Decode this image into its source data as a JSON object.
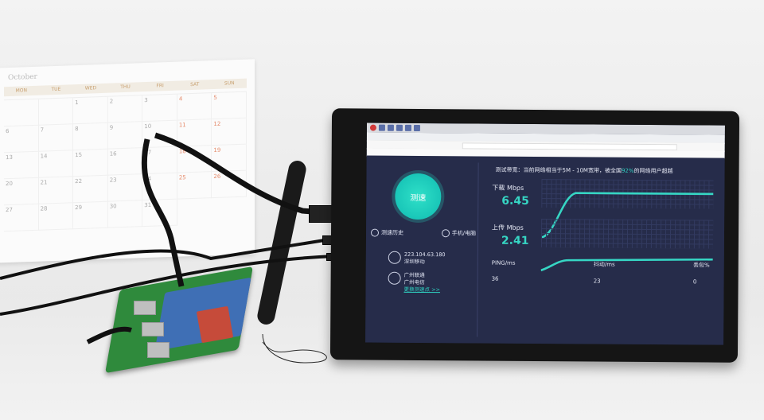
{
  "calendar": {
    "month": "October",
    "days": [
      "MON",
      "TUE",
      "WED",
      "THU",
      "FRI",
      "SAT",
      "SUN"
    ],
    "dates": [
      "",
      "",
      "1",
      "2",
      "3",
      "4",
      "5",
      "6",
      "7",
      "8",
      "9",
      "10",
      "11",
      "12",
      "13",
      "14",
      "15",
      "16",
      "17",
      "18",
      "19",
      "20",
      "21",
      "22",
      "23",
      "24",
      "25",
      "26",
      "27",
      "28",
      "29",
      "30",
      "31"
    ]
  },
  "app": {
    "speed_button": "测速",
    "left_actions": [
      "测速历史",
      "手机/电脑"
    ],
    "ip": "223.104.63.180",
    "location": "深圳移动",
    "isp_line1": "广州联通",
    "isp_line2": "广州电信",
    "more_link": "更换测速点 >>",
    "banner_prefix": "测试带宽：当前网络相当于5M - 10M宽带，被全国",
    "banner_highlight": "92%",
    "banner_suffix": "的网络用户超越",
    "download_label": "下载 Mbps",
    "download_value": "6.45",
    "upload_label": "上传 Mbps",
    "upload_value": "2.41",
    "ping_label": "PING/ms",
    "ping_value": "36",
    "jitter_label": "抖动/ms",
    "jitter_value": "23",
    "loss_label": "丢包%",
    "loss_value": "0"
  },
  "colors": {
    "accent": "#2fd0c0",
    "screen_bg": "#262c4a",
    "pcb": "#2f8a3c",
    "hat": "#3f6fb5"
  }
}
